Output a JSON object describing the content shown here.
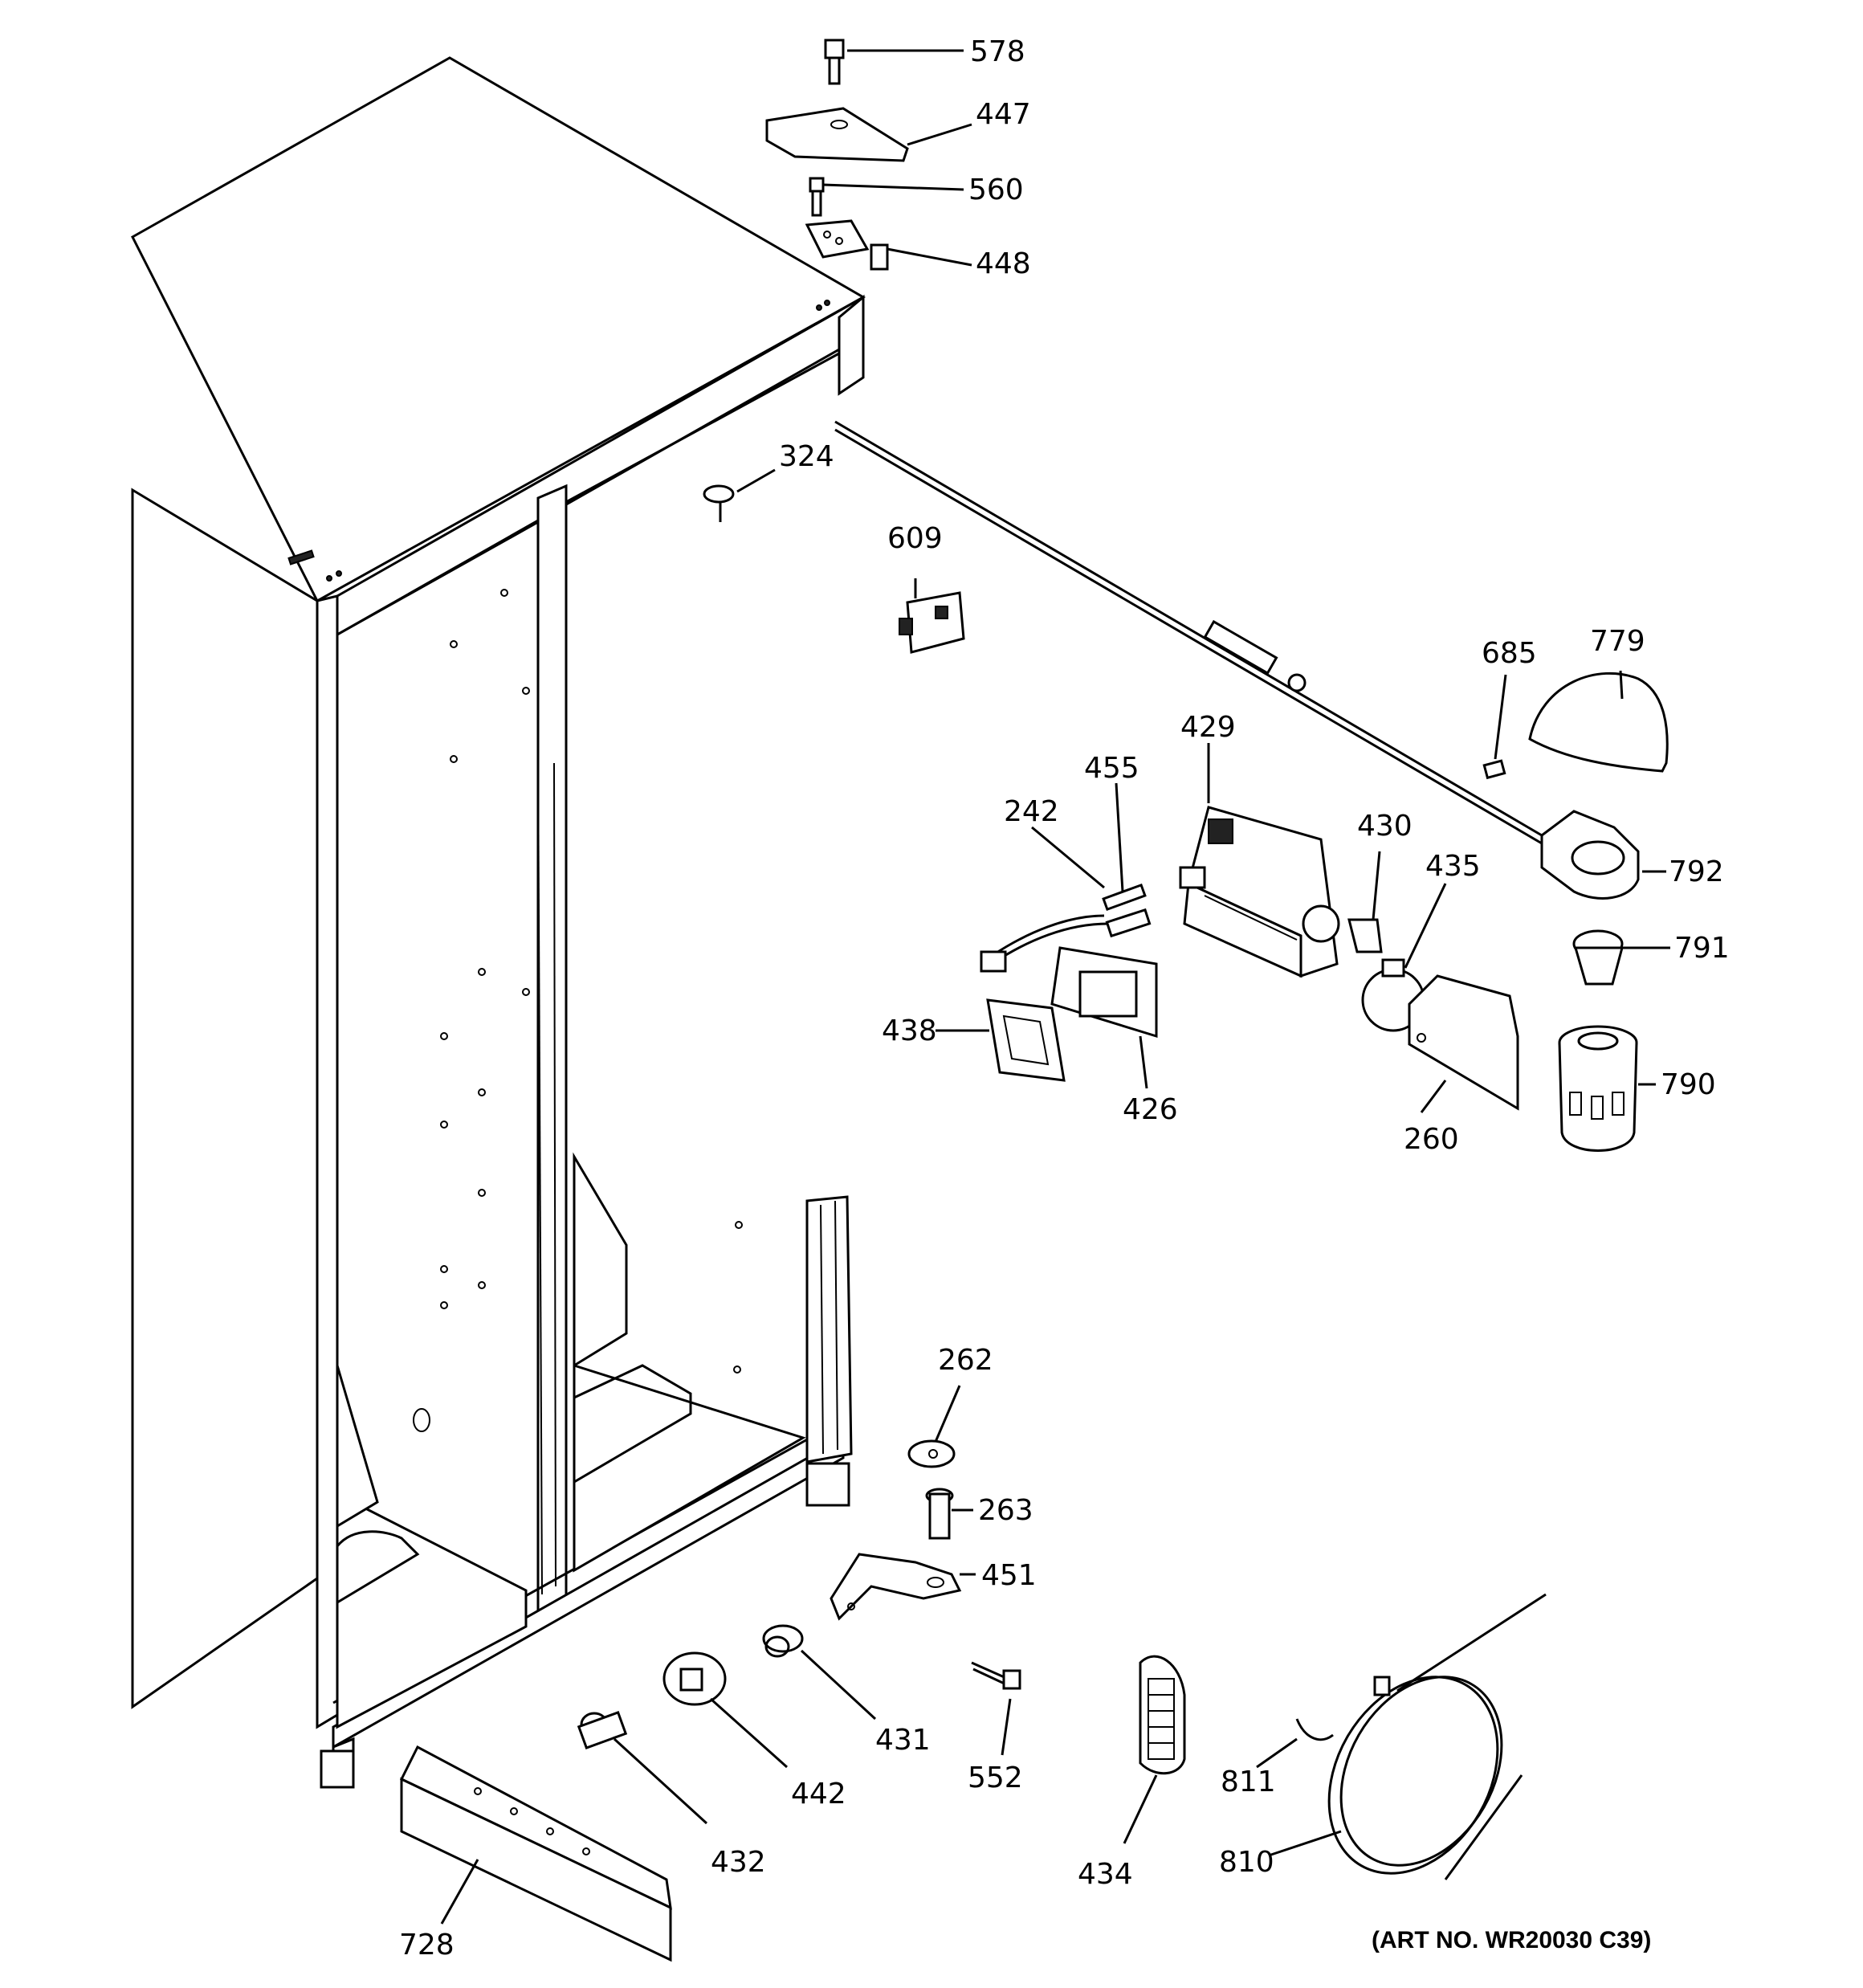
{
  "diagram": {
    "art_number": "(ART NO. WR20030 C39)",
    "parts": {
      "p578": "578",
      "p447": "447",
      "p560": "560",
      "p448": "448",
      "p324": "324",
      "p609": "609",
      "p685": "685",
      "p779": "779",
      "p429": "429",
      "p455": "455",
      "p242": "242",
      "p430": "430",
      "p435": "435",
      "p792": "792",
      "p791": "791",
      "p438": "438",
      "p790": "790",
      "p426": "426",
      "p260": "260",
      "p262": "262",
      "p263": "263",
      "p451": "451",
      "p431": "431",
      "p442": "442",
      "p552": "552",
      "p811": "811",
      "p432": "432",
      "p434": "434",
      "p810": "810",
      "p728": "728"
    }
  }
}
